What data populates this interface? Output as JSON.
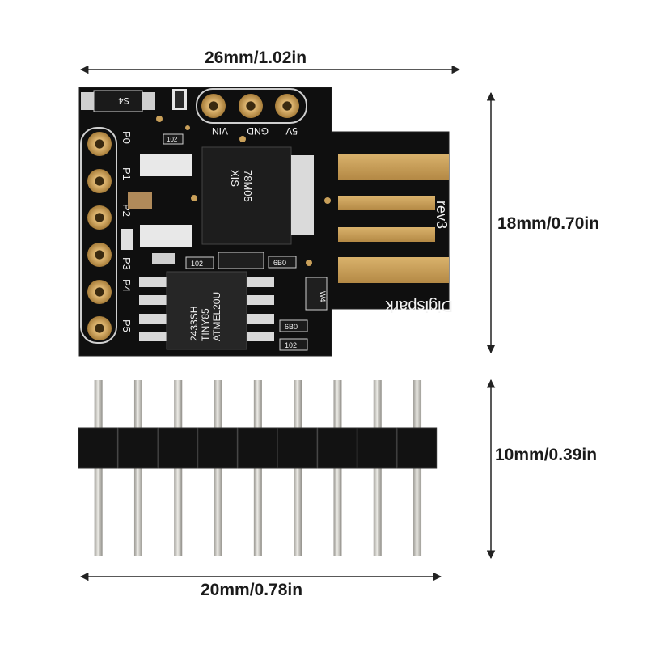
{
  "dimensions": {
    "board_width": "26mm/1.02in",
    "board_height": "18mm/0.70in",
    "header_height": "10mm/0.39in",
    "header_width": "20mm/0.78in"
  },
  "board": {
    "name": "Digispark",
    "revision": "rev3",
    "power_pins": [
      "5V",
      "GND",
      "VIN"
    ],
    "io_pins": [
      "P0",
      "P1",
      "P2",
      "P3",
      "P4",
      "P5"
    ],
    "regulator_text": [
      "78M05",
      "XIS"
    ],
    "mcu_text": [
      "ATMEL20U",
      "TINY85",
      "2433SH"
    ],
    "resistor_codes": [
      "102",
      "102",
      "102",
      "6B0",
      "6B0"
    ],
    "diode_labels": [
      "S4",
      "W4"
    ]
  },
  "colors": {
    "pcb": "#111111",
    "pads": "#c9a05a",
    "usb_contacts": "#c8a05b",
    "silkscreen": "#f2f2f2",
    "header_plastic": "#121212",
    "pins": "#c8c6c0"
  },
  "header": {
    "pin_count": 9
  }
}
